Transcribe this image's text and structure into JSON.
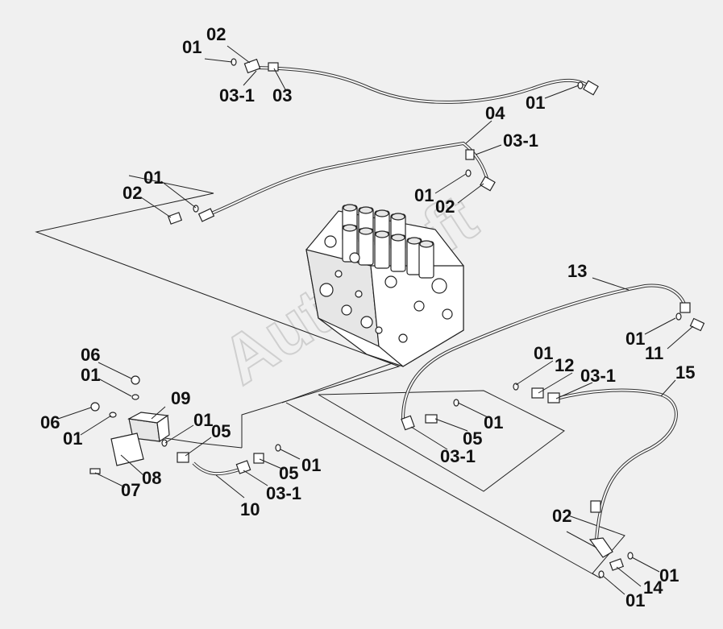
{
  "watermark": "AutoSoft",
  "callouts": [
    {
      "id": "c1",
      "text": "01"
    },
    {
      "id": "c2",
      "text": "02"
    },
    {
      "id": "c3",
      "text": "03-1"
    },
    {
      "id": "c4",
      "text": "03"
    },
    {
      "id": "c5",
      "text": "01"
    },
    {
      "id": "c6",
      "text": "04"
    },
    {
      "id": "c7",
      "text": "03-1"
    },
    {
      "id": "c8",
      "text": "01"
    },
    {
      "id": "c9",
      "text": "02"
    },
    {
      "id": "c10",
      "text": "01"
    },
    {
      "id": "c11",
      "text": "02"
    },
    {
      "id": "c12",
      "text": "13"
    },
    {
      "id": "c13",
      "text": "01"
    },
    {
      "id": "c14",
      "text": "11"
    },
    {
      "id": "c15",
      "text": "01"
    },
    {
      "id": "c16",
      "text": "12"
    },
    {
      "id": "c17",
      "text": "03-1"
    },
    {
      "id": "c18",
      "text": "15"
    },
    {
      "id": "c19",
      "text": "06"
    },
    {
      "id": "c20",
      "text": "01"
    },
    {
      "id": "c21",
      "text": "09"
    },
    {
      "id": "c22",
      "text": "06"
    },
    {
      "id": "c23",
      "text": "01"
    },
    {
      "id": "c24",
      "text": "01"
    },
    {
      "id": "c25",
      "text": "05"
    },
    {
      "id": "c26",
      "text": "08"
    },
    {
      "id": "c27",
      "text": "07"
    },
    {
      "id": "c28",
      "text": "05"
    },
    {
      "id": "c29",
      "text": "01"
    },
    {
      "id": "c30",
      "text": "10"
    },
    {
      "id": "c31",
      "text": "03-1"
    },
    {
      "id": "c32",
      "text": "01"
    },
    {
      "id": "c33",
      "text": "05"
    },
    {
      "id": "c34",
      "text": "03-1"
    },
    {
      "id": "c35",
      "text": "02"
    },
    {
      "id": "c36",
      "text": "01"
    },
    {
      "id": "c37",
      "text": "14"
    },
    {
      "id": "c38",
      "text": "01"
    }
  ]
}
